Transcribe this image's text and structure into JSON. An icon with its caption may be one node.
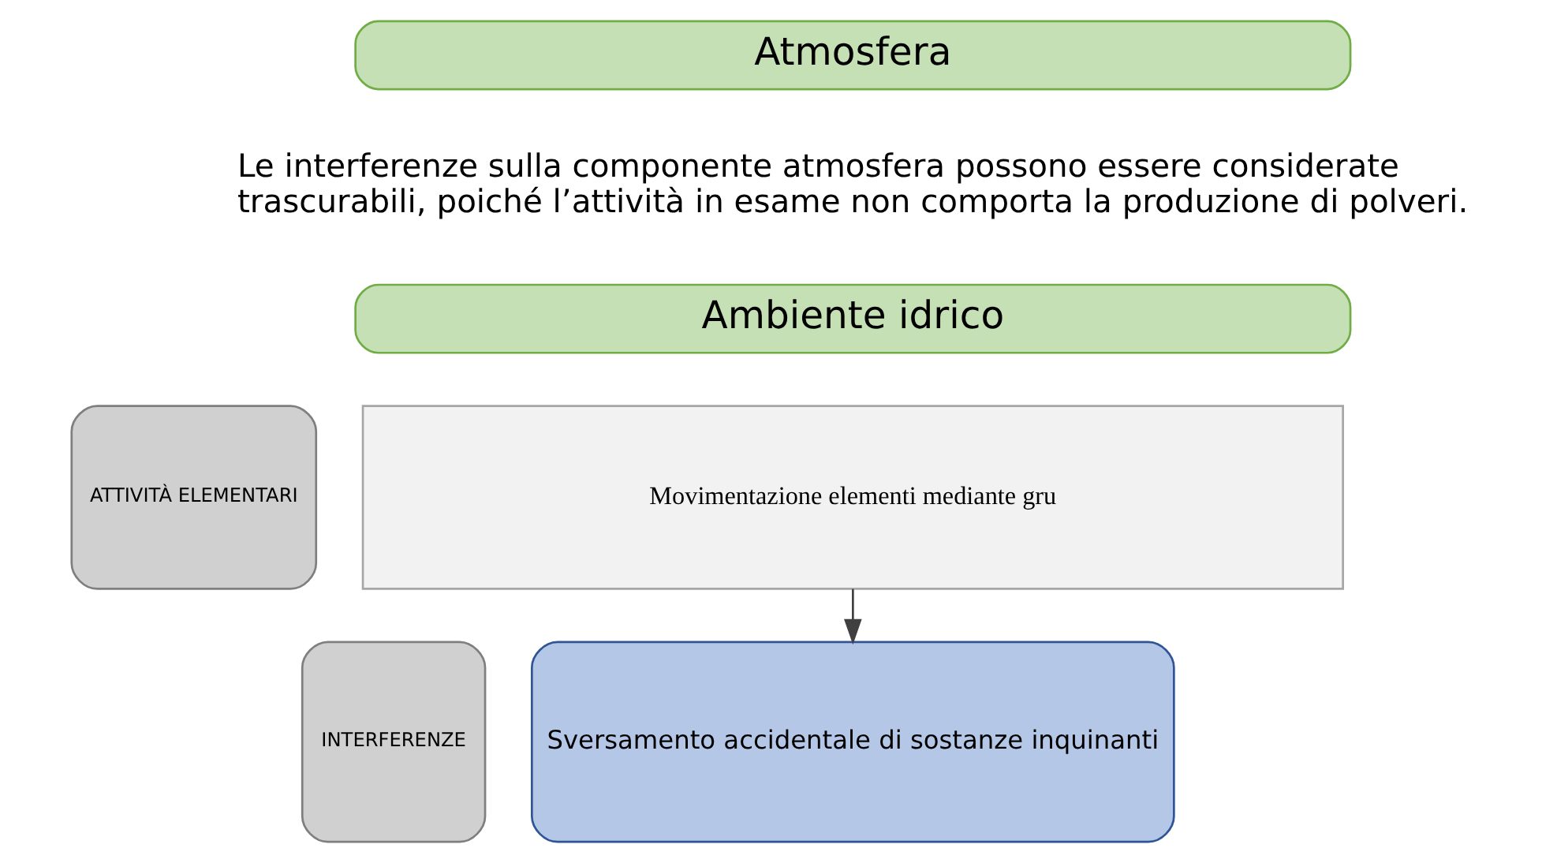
{
  "diagram": {
    "nodes": [
      {
        "text": [
          "Atmosfera"
        ]
      },
      {
        "text": [
          "Ambiente idrico"
        ]
      },
      {
        "text": [
          "ATTIVITÀ ELEMENTARI"
        ]
      },
      {
        "text": [
          "Movimentazione elementi mediante gru"
        ]
      },
      {
        "text": [
          "INTERFERENZE"
        ]
      },
      {
        "text": [
          "Sversamento accidentale di sostanze inquinanti"
        ]
      }
    ],
    "edges": [
      {
        "from": 3,
        "to": 5,
        "arrow": "to"
      }
    ],
    "labels": [
      "Le interferenze sulla componente atmosfera possono essere considerate trascurabili, poiché l’attività in esame non comporta la produzione di polveri."
    ]
  }
}
